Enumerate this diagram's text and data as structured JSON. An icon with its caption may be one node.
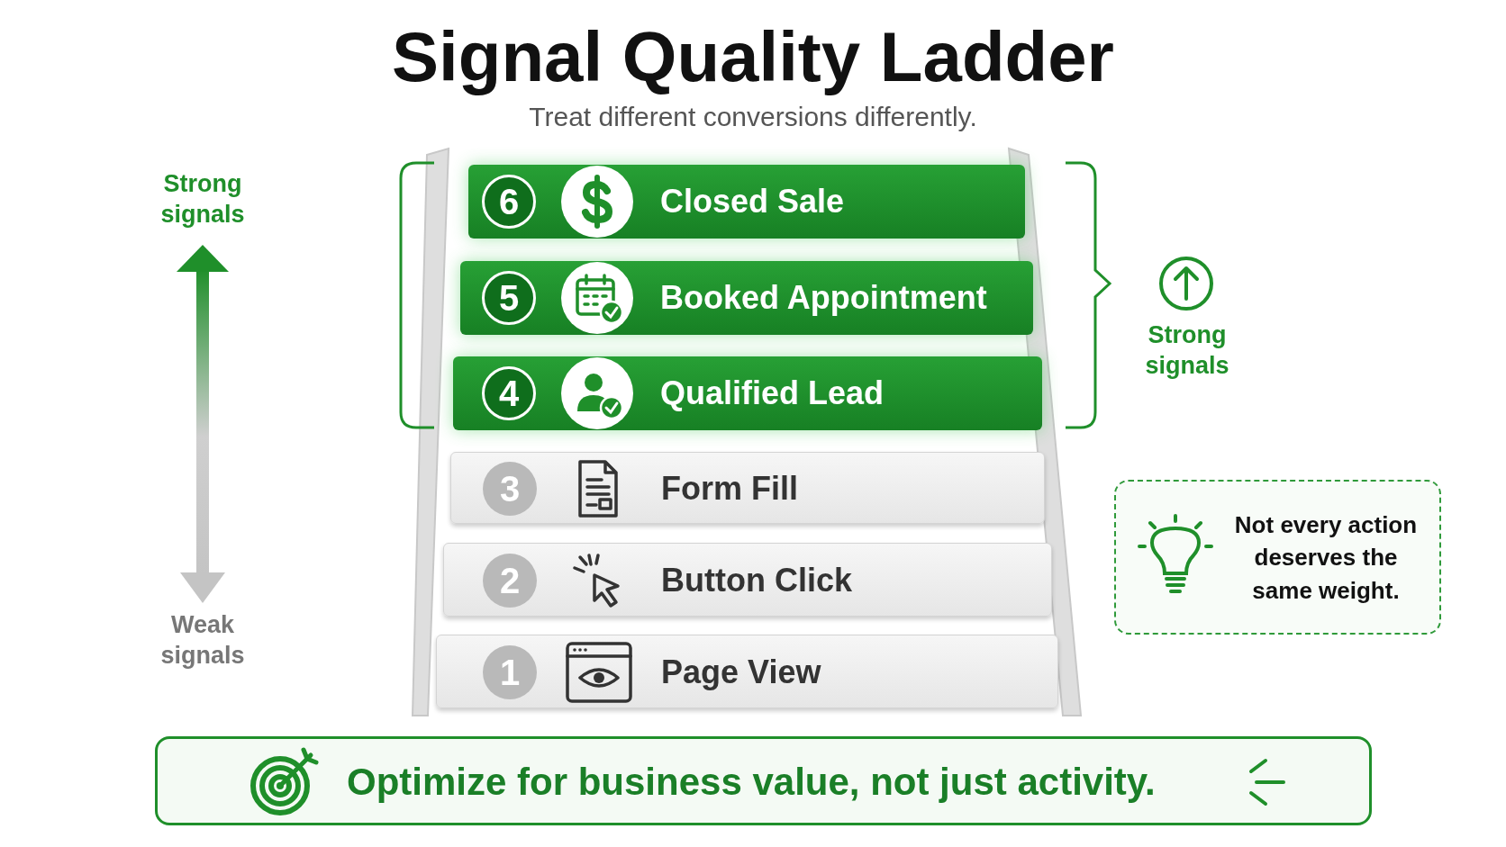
{
  "diagram": {
    "title": "Signal Quality Ladder",
    "nodes": [
      {
        "text": [
          "6",
          "Closed Sale"
        ]
      },
      {
        "text": [
          "5",
          "Booked Appointment"
        ]
      },
      {
        "text": [
          "4",
          "Qualified Lead"
        ]
      },
      {
        "text": [
          "3",
          "Form Fill"
        ]
      },
      {
        "text": [
          "2",
          "Button Click"
        ]
      },
      {
        "text": [
          "1",
          "Page View"
        ]
      },
      {
        "text": [
          "Not every action deserves the same weight."
        ]
      },
      {
        "text": [
          "Optimize for business value, not just activity."
        ]
      }
    ],
    "labels": [
      "Treat different conversions differently.",
      "Strong signals",
      "Strong signals",
      "Weak signals"
    ]
  }
}
